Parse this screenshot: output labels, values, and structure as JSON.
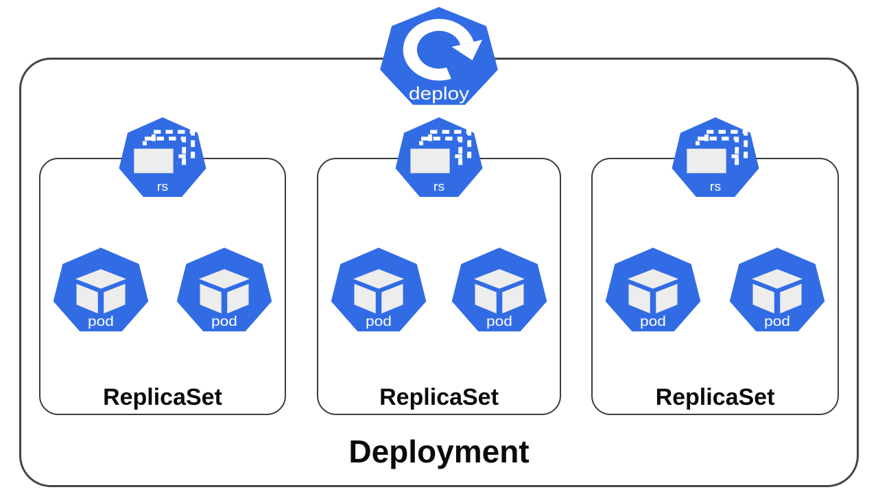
{
  "diagram": {
    "deployment": {
      "label": "Deployment",
      "deploy_icon": {
        "label": "deploy"
      },
      "replicasets": [
        {
          "label": "ReplicaSet",
          "icon_label": "rs",
          "pods": [
            "pod",
            "pod"
          ]
        },
        {
          "label": "ReplicaSet",
          "icon_label": "rs",
          "pods": [
            "pod",
            "pod"
          ]
        },
        {
          "label": "ReplicaSet",
          "icon_label": "rs",
          "pods": [
            "pod",
            "pod"
          ]
        }
      ]
    },
    "colors": {
      "kubernetes_blue": "#326CE5",
      "icon_glyph_fill": "#EDEDED",
      "icon_text": "#FFFFFF",
      "box_border": "#3B3B3B",
      "label_text": "#0A0A0A",
      "background": "#FFFFFF"
    }
  }
}
